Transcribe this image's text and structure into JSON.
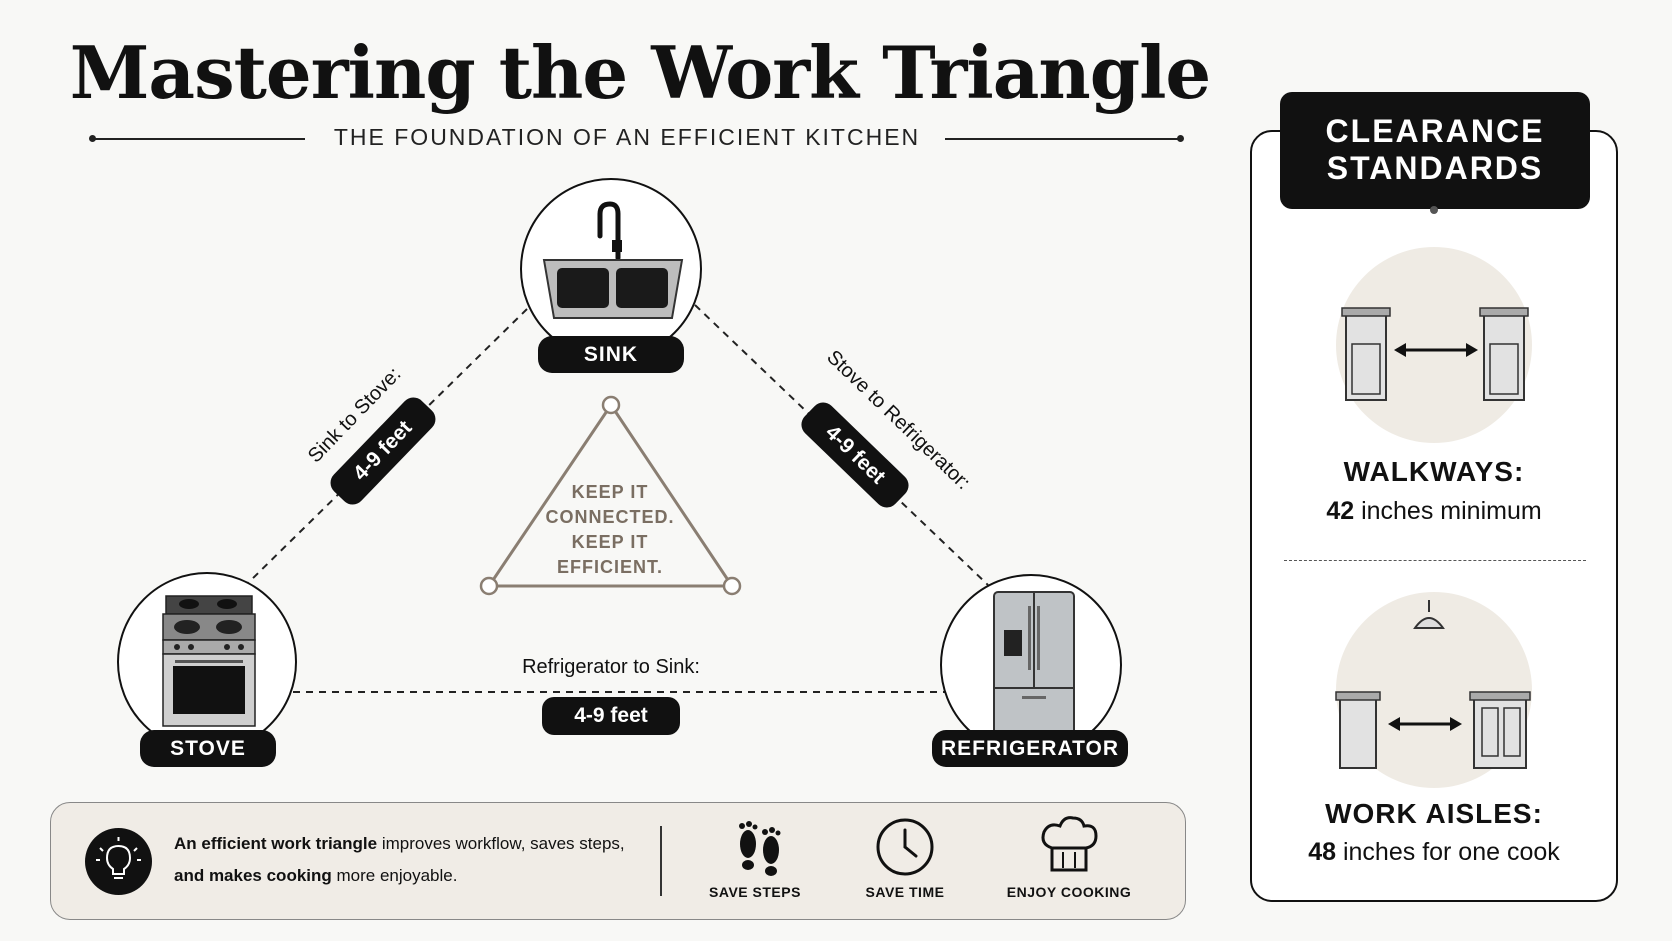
{
  "title": "Mastering the Work Triangle",
  "subtitle": "THE FOUNDATION OF AN EFFICIENT KITCHEN",
  "nodes": {
    "sink": "SINK",
    "stove": "STOVE",
    "refrigerator": "REFRIGERATOR"
  },
  "distances": {
    "sink_stove": {
      "label": "Sink to Stove:",
      "value": "4-9 feet"
    },
    "stove_refrigerator": {
      "label": "Stove to Refrigerator:",
      "value": "4-9 feet"
    },
    "refrigerator_sink": {
      "label": "Refrigerator to Sink:",
      "value": "4-9 feet"
    }
  },
  "center_text": [
    "KEEP IT",
    "CONNECTED.",
    "KEEP IT",
    "EFFICIENT."
  ],
  "clearance": {
    "heading_line1": "CLEARANCE",
    "heading_line2": "STANDARDS",
    "walkways": {
      "title": "WALKWAYS:",
      "value": "42",
      "unit": " inches minimum"
    },
    "work_aisles": {
      "title": "WORK AISLES:",
      "value": "48",
      "unit": " inches for one cook"
    }
  },
  "bottom": {
    "text_bold1": "An efficient work triangle",
    "text_rest1": " improves workflow, saves steps,",
    "text_bold2": "and makes cooking",
    "text_rest2": " more enjoyable.",
    "benefits": [
      "SAVE STEPS",
      "SAVE TIME",
      "ENJOY COOKING"
    ]
  },
  "colors": {
    "ink": "#111111",
    "beige": "#efebe4",
    "taupe": "#8a7e72"
  }
}
